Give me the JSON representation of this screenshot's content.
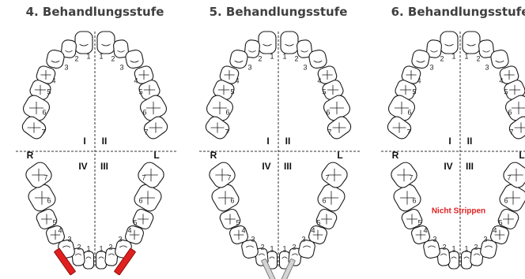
{
  "panels": [
    {
      "title": "4. Behandlungsstufe",
      "note": "",
      "strips": {
        "type": "red",
        "color": "#e02020",
        "border": "#8a0c0c"
      }
    },
    {
      "title": "5. Behandlungsstufe",
      "note": "",
      "strips": {
        "type": "gray",
        "color": "#d4d4d4",
        "border": "#7a7a7a"
      }
    },
    {
      "title": "6. Behandlungsstufe",
      "note": "Nicht Strippen",
      "strips": {
        "type": "none"
      }
    }
  ],
  "quadrants": {
    "q1": "I",
    "q2": "II",
    "q3": "III",
    "q4": "IV"
  },
  "sides": {
    "right": "R",
    "left": "L"
  },
  "tooth_numbers": {
    "upper_left_side": [
      "3",
      "2",
      "1",
      "5",
      "4",
      "6",
      "7"
    ],
    "upper_right_side": [
      "1",
      "2",
      "3",
      "4",
      "5",
      "6",
      "7"
    ],
    "lower_left_side": [
      "7",
      "6",
      "5",
      "4",
      "3",
      "2",
      "1"
    ],
    "lower_right_side": [
      "1",
      "2",
      "3",
      "4",
      "5",
      "6",
      "7"
    ]
  },
  "colors": {
    "outline": "#1a1a1a",
    "note": "#e02020",
    "title": "#404040"
  }
}
